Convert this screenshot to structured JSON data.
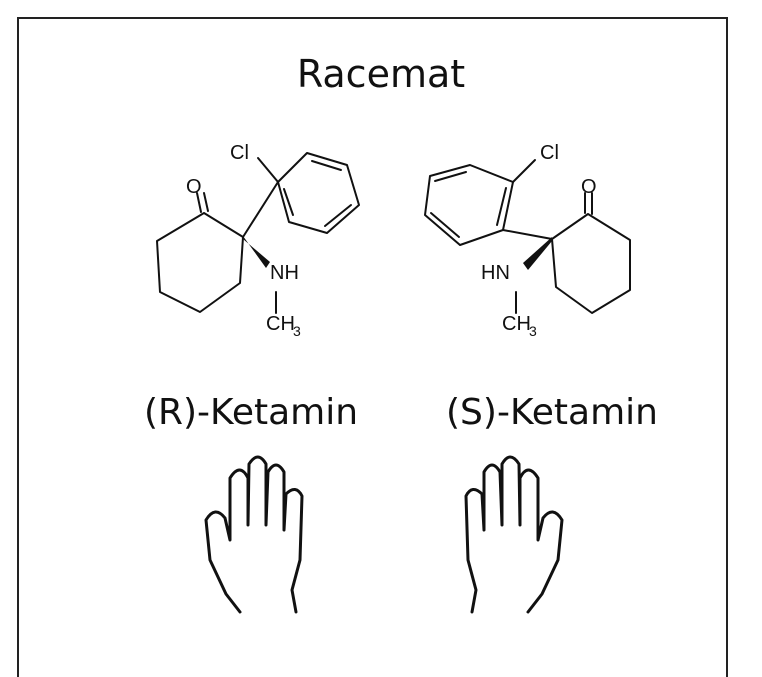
{
  "title": "Racemat",
  "molecules": [
    {
      "label": "(R)-Ketamin",
      "atoms": {
        "cl": "Cl",
        "o": "O",
        "nh": "NH",
        "ch": "CH",
        "sub3": "3"
      }
    },
    {
      "label": "(S)-Ketamin",
      "atoms": {
        "cl": "Cl",
        "o": "O",
        "hn": "HN",
        "ch": "CH",
        "sub3": "3"
      }
    }
  ],
  "hand_icons": [
    "hand-icon",
    "hand-icon"
  ]
}
